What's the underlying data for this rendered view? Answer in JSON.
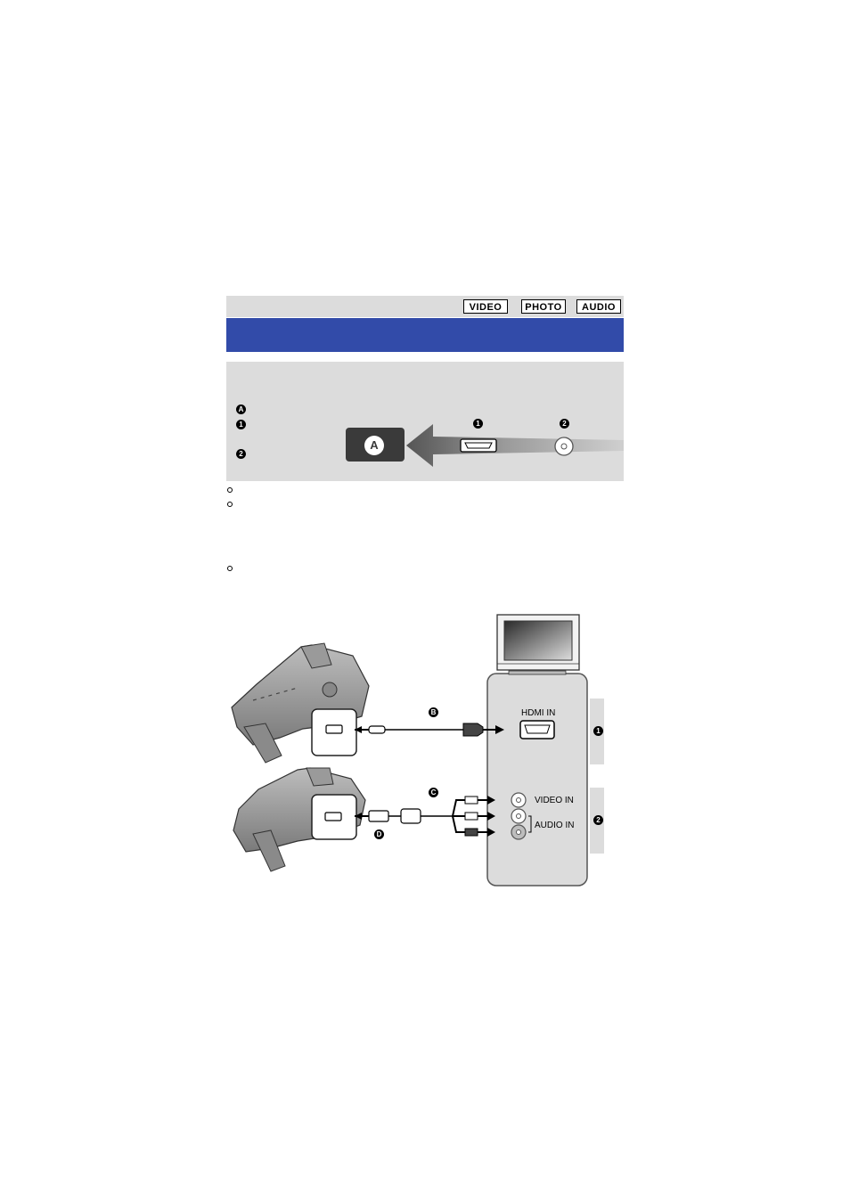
{
  "header": {
    "modes": [
      "VIDEO",
      "PHOTO",
      "AUDIO"
    ]
  },
  "legend": {
    "markers": [
      "A",
      "1",
      "2"
    ]
  },
  "quality_diagram": {
    "terminal_label": "A",
    "connector_markers": [
      "1",
      "2"
    ]
  },
  "connection_diagram": {
    "cable_labels": [
      "B",
      "C",
      "D"
    ],
    "ports": {
      "hdmi": "HDMI IN",
      "video": "VIDEO IN",
      "audio": "AUDIO IN"
    },
    "side_tabs": [
      "1",
      "2"
    ]
  },
  "colors": {
    "title_bar": "#324ba9",
    "panel_gray": "#dcdcdc",
    "dark_terminal": "#3a3a3a"
  }
}
